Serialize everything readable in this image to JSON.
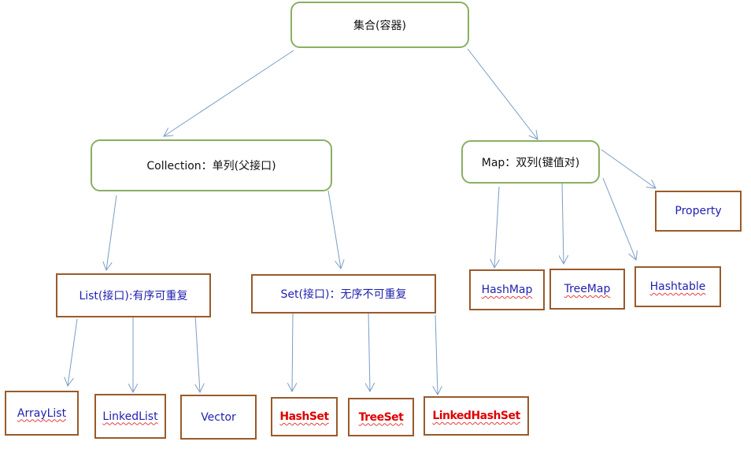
{
  "colors": {
    "rounded_border": "#8aae62",
    "rect_border": "#9a5a2a",
    "arrow": "#7a9cc4",
    "class_text": "#1f1fb0",
    "set_impl_text": "#e00000"
  },
  "root": "集合(容器)",
  "collection": "Collection：单列(父接口)",
  "map": "Map：双列(键值对)",
  "list": "List(接口):有序可重复",
  "set": "Set(接口)：无序不可重复",
  "list_impls": [
    "ArrayList",
    "LinkedList",
    "Vector"
  ],
  "set_impls": [
    "HashSet",
    "TreeSet",
    "LinkedHashSet"
  ],
  "map_impls": [
    "HashMap",
    "TreeMap",
    "Hashtable",
    "Property"
  ]
}
